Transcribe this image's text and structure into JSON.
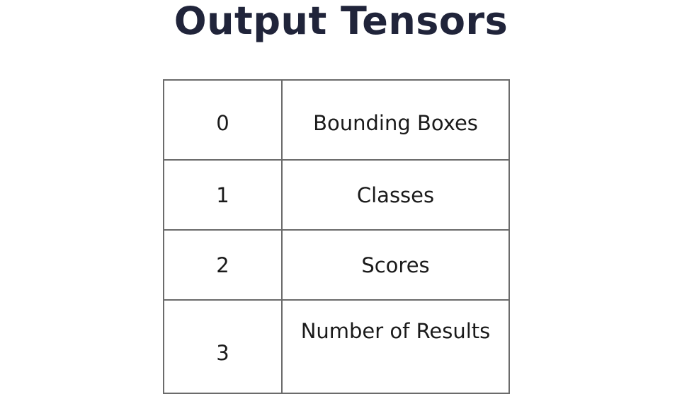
{
  "title": "Output Tensors",
  "table": {
    "rows": [
      {
        "index": "0",
        "label": "Bounding Boxes"
      },
      {
        "index": "1",
        "label": "Classes"
      },
      {
        "index": "2",
        "label": "Scores"
      },
      {
        "index": "3",
        "label": "Number of Results"
      }
    ]
  }
}
